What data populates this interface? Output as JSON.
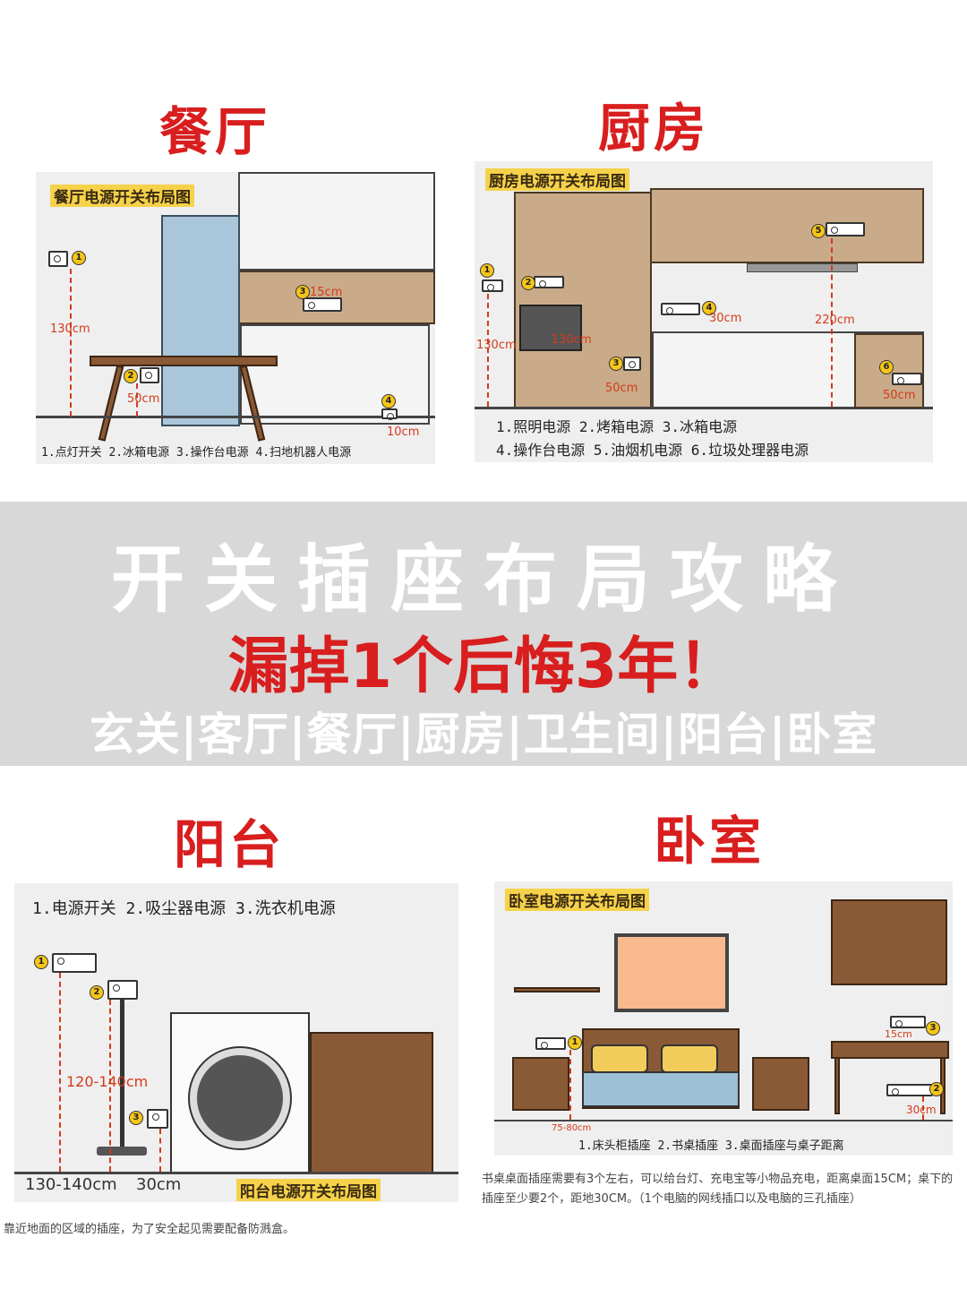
{
  "sections": {
    "dining": {
      "title": "餐厅",
      "caption": "餐厅电源开关布局图",
      "legend": "1.点灯开关 2.冰箱电源 3.操作台电源 4.扫地机器人电源",
      "dims": [
        "130cm",
        "15cm",
        "50cm",
        "10cm"
      ]
    },
    "kitchen": {
      "title": "厨房",
      "caption": "厨房电源开关布局图",
      "legend_line1": "1.照明电源 2.烤箱电源 3.冰箱电源",
      "legend_line2": "4.操作台电源 5.油烟机电源 6.垃圾处理器电源",
      "dims": [
        "130cm",
        "130cm",
        "50cm",
        "30cm",
        "220cm",
        "50cm"
      ]
    },
    "balcony": {
      "title": "阳台",
      "legend": "1.电源开关 2.吸尘器电源 3.洗衣机电源",
      "caption": "阳台电源开关布局图",
      "dims": [
        "120-140cm",
        "130-140cm",
        "30cm"
      ],
      "note": "靠近地面的区域的插座，为了安全起见需要配备防溅盒。"
    },
    "bedroom": {
      "title": "卧室",
      "caption": "卧室电源开关布局图",
      "legend": "1.床头柜插座 2.书桌插座 3.桌面插座与桌子距离",
      "dims": [
        "15cm",
        "30cm",
        "75-80cm"
      ],
      "note": "书桌桌面插座需要有3个左右，可以给台灯、充电宝等小物品充电，距离桌面15CM；桌下的插座至少要2个，距地30CM。（1个电脑的网线插口以及电脑的三孔插座）"
    }
  },
  "banner": {
    "title": "开关插座布局攻略",
    "subtitle": "漏掉1个后悔3年！",
    "rooms": "玄关|客厅|餐厅|厨房|卫生间|阳台|卧室"
  },
  "badges": [
    "1",
    "2",
    "3",
    "4",
    "5",
    "6"
  ],
  "colors": {
    "accent_red": "#d81e1e",
    "dimension_red": "#d43b1b",
    "banner_gray": "#d8d8d8",
    "badge_yellow": "#f5c518"
  }
}
